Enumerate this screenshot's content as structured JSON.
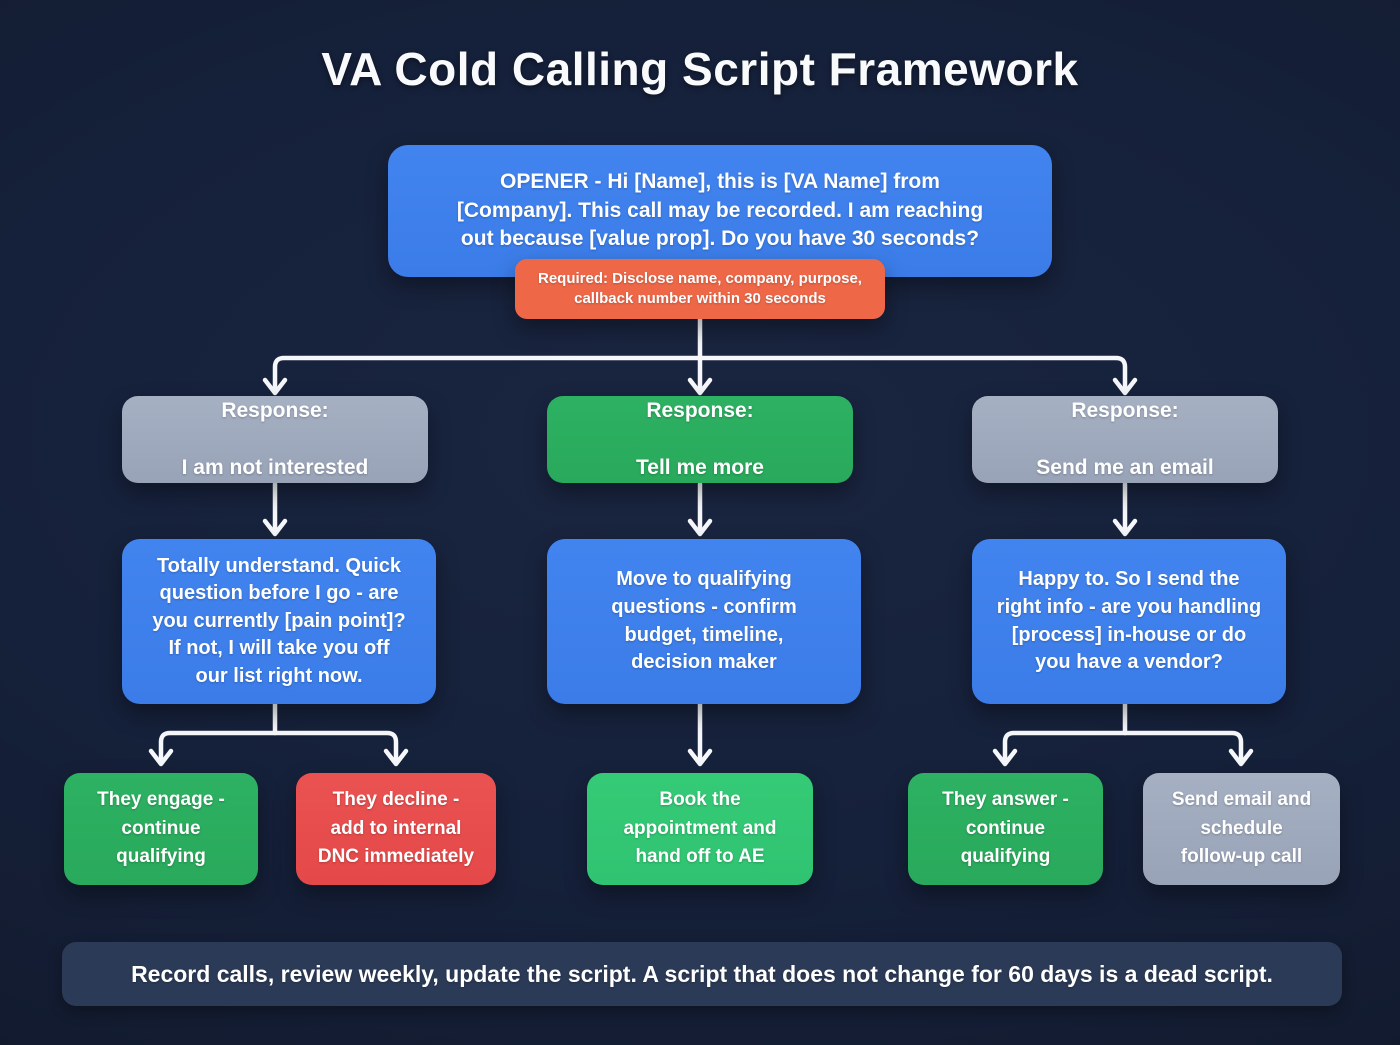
{
  "title": "VA Cold Calling Script Framework",
  "opener": {
    "text": "OPENER - Hi [Name], this is [VA Name] from\n[Company]. This call may be recorded. I am reaching\nout because [value prop]. Do you have 30 seconds?",
    "note": "Required: Disclose name, company, purpose,\ncallback number within 30 seconds"
  },
  "branches": {
    "not_interested": {
      "response_line1": "Response:",
      "response_line2": "I am not interested",
      "script": "Totally understand. Quick\nquestion before I go - are\nyou currently [pain point]?\nIf not, I will take you off\nour list right now.",
      "outcome_engage": "They engage -\ncontinue\nqualifying",
      "outcome_decline": "They decline -\nadd to internal\nDNC immediately"
    },
    "tell_me_more": {
      "response_line1": "Response:",
      "response_line2": "Tell me more",
      "script": "Move to qualifying\nquestions - confirm\nbudget, timeline,\ndecision maker",
      "outcome_book": "Book the\nappointment and\nhand off to AE"
    },
    "send_email": {
      "response_line1": "Response:",
      "response_line2": "Send me an email",
      "script": "Happy to. So I send the\nright info - are you handling\n[process] in-house or do\nyou have a vendor?",
      "outcome_answer": "They answer -\ncontinue\nqualifying",
      "outcome_followup": "Send email and\nschedule\nfollow-up call"
    }
  },
  "footer": "Record calls, review weekly, update the script. A script that does not change for 60 days is a dead script.",
  "colors": {
    "background": "#131c31",
    "blue": "#3b7ce8",
    "orange": "#ee6848",
    "gray": "#99a3b7",
    "green": "#29a95b",
    "green_bright": "#30c472",
    "red": "#e54848",
    "footer_bg": "#2b3a56",
    "connector": "#f5f7fa"
  }
}
